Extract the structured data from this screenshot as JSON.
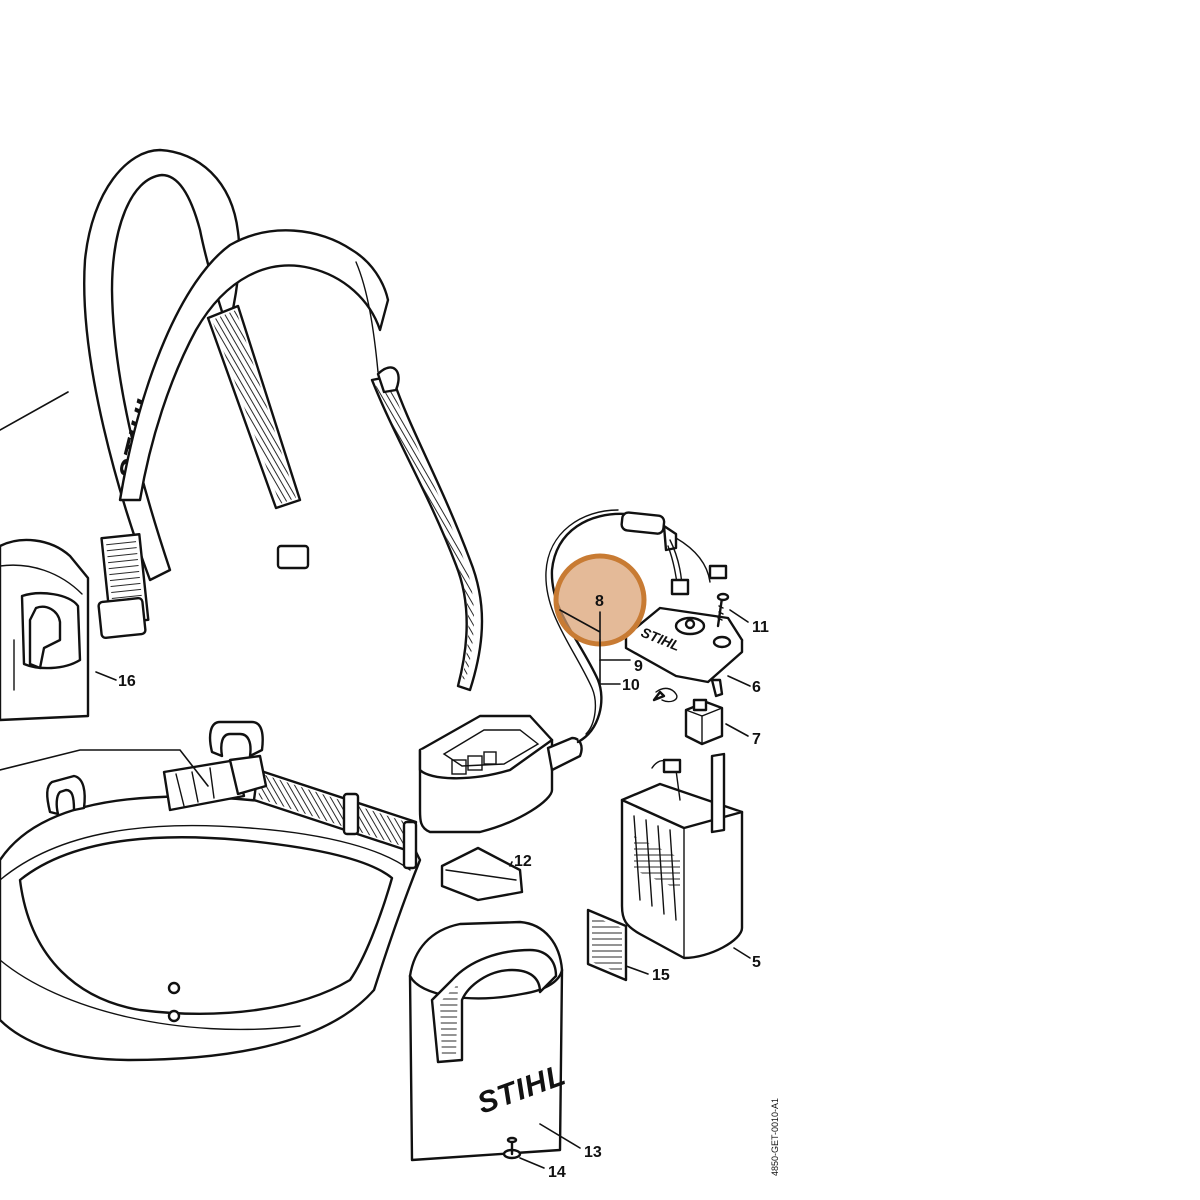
{
  "diagram": {
    "brand": "STIHL",
    "drawing_code": "4850-GET-0010-A1",
    "highlight_color": "#d9a070",
    "highlight_stroke": "#c87b33",
    "highlighted_part": "8",
    "part_numbers": [
      "5",
      "6",
      "7",
      "8",
      "9",
      "10",
      "11",
      "12",
      "13",
      "14",
      "15",
      "16"
    ]
  }
}
